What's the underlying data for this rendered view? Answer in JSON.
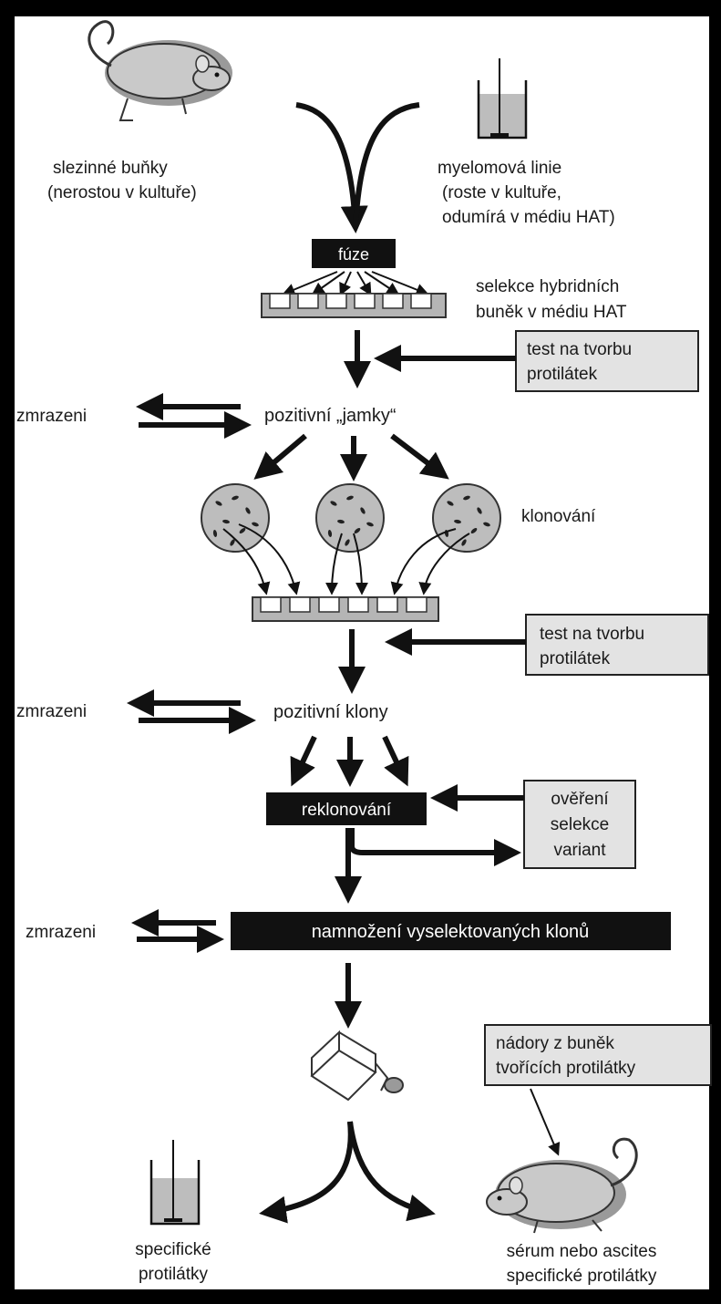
{
  "sources": {
    "spleen_label_1": "slezinné buňky",
    "spleen_label_2": "(nerostou v kultuře)",
    "myeloma_label_1": "myelomová linie",
    "myeloma_label_2": "(roste v kultuře,",
    "myeloma_label_3": "odumírá v médiu HAT)"
  },
  "fusion": {
    "label": "fúze",
    "selection_1": "selekce hybridních",
    "selection_2": "buněk v médiu HAT"
  },
  "tests": {
    "antibody_test_1": "test na tvorbu",
    "antibody_test_2": "protilátek",
    "verify_1": "ověření",
    "verify_2": "selekce",
    "verify_3": "variant"
  },
  "freeze_label": "zmrazeni",
  "positive_wells": "pozitivní „jamky“",
  "cloning": "klonování",
  "positive_clones": "pozitivní klony",
  "recloning": "reklonování",
  "expansion": "namnožení vyselektovaných klonů",
  "tumors": {
    "line_1": "nádory z buněk",
    "line_2": "tvořících protilátky"
  },
  "outputs": {
    "specific_1": "specifické",
    "specific_2": "protilátky",
    "serum_1": "sérum nebo ascites",
    "serum_2": "specifické protilátky"
  },
  "colors": {
    "frame": "#000000",
    "background": "#ffffff",
    "gray_box": "#e3e3e3",
    "black_box": "#111111"
  }
}
